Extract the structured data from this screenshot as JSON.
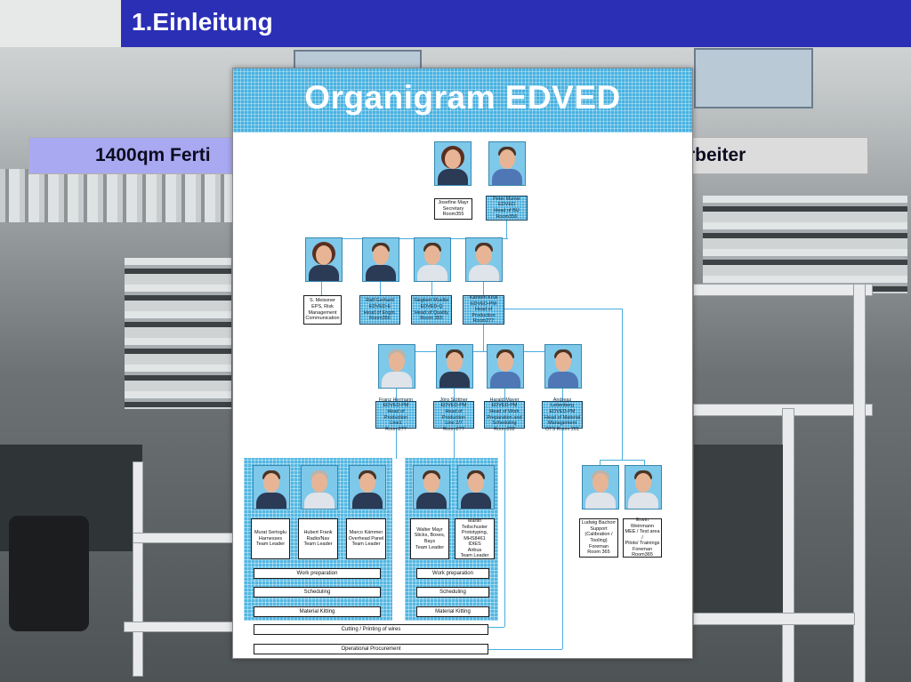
{
  "slide": {
    "title": "1.Einleitung",
    "info_left": "1400qm Ferti",
    "info_right": "rbeiter"
  },
  "organigram": {
    "title": "Organigram EDVED",
    "top_level": [
      {
        "text": "Josefine Mayr\nSecretary\nRoom355"
      },
      {
        "text": "Peter Murrer\nEDVED\nHead of BU\nRoom356"
      }
    ],
    "second_level": [
      {
        "text": "S. Meissner\nEPS, Risk\nManagement\nCommunication"
      },
      {
        "text": "Ralf Gerhard\nEDVED-E\nHead of Engin.\nRoom356"
      },
      {
        "text": "Siegbert Mueller\nEDVED-Q\nHead of Quality\nRoom 355"
      },
      {
        "text": "Karsten Krull\nEDVED-PM\nHead of Production\nRoom277"
      }
    ],
    "third_level": [
      {
        "text": "Franz Hermann\nEDVED-PM\nHead of Production\nLine1\nRoom277"
      },
      {
        "text": "Jörg Stöttner\nEDVED-PM\nHead of Production\nLine 2/7\nRoom277"
      },
      {
        "text": "Harald Mayer\nEDVED-PM\nHead of Work\nPreparation and\nScheduling\nRoom282"
      },
      {
        "text": "Andreas Leitenberg\nEDVED-PM\nHead of Material\nManagement\nOTS Room 281"
      }
    ],
    "team_a": [
      {
        "text": "Murat Sertoglu\nHarnesses\nTeam Leader"
      },
      {
        "text": "Hubert Frank\nRadio/Nav\nTeam Leader"
      },
      {
        "text": "Marco Kämmer\nOverhead Panel\nTeam Leader"
      }
    ],
    "team_b": [
      {
        "text": "Walter Mayr\nSticks, Boxes, Bays\nTeam Leader"
      },
      {
        "text": "Martin Teilschuster\nPrototyping,\nMHS8461\nIDIES\nAirbus\nTeam Leader"
      }
    ],
    "support": [
      {
        "text": "Ludwig Bachorr\nSupport\n(Calibration /\nTooling) Foreman\nRoom 365"
      },
      {
        "text": "Erwin Weinmann\nMEE / Test area /\nPilots/ Trainings\nForeman\nRoom365"
      }
    ],
    "process_a": [
      "Work preparation",
      "Scheduling",
      "Material Kitting"
    ],
    "process_b": [
      "Work preparation",
      "Scheduling",
      "Material Kitting"
    ],
    "process_bottom": [
      "Cutting / Printing of wires",
      "Operational Procurement"
    ]
  }
}
